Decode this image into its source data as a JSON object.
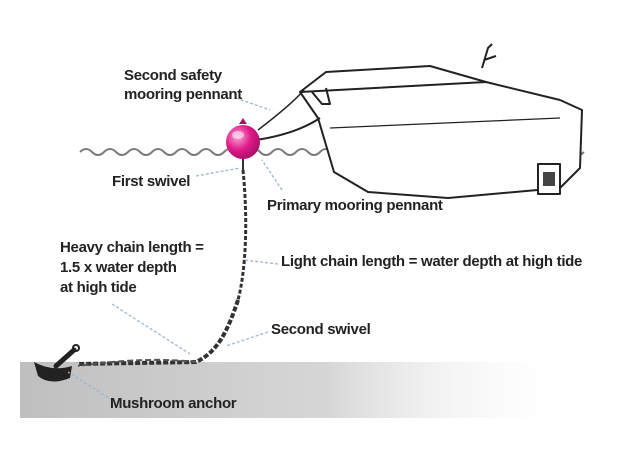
{
  "labels": {
    "second_safety_pennant_line1": "Second safety",
    "second_safety_pennant_line2": "mooring pennant",
    "first_swivel": "First swivel",
    "primary_pennant": "Primary mooring pennant",
    "heavy_chain_line1": "Heavy chain length =",
    "heavy_chain_line2": "1.5 x water depth",
    "heavy_chain_line3": "at high tide",
    "light_chain": "Light chain length = water depth at high tide",
    "second_swivel": "Second swivel",
    "mushroom_anchor": "Mushroom anchor"
  },
  "icons": {
    "buoy": "mooring-buoy-icon",
    "boat": "boat-hull-icon",
    "anchor": "mushroom-anchor-icon"
  },
  "colors": {
    "buoy": "#e0198a",
    "buoy_highlight": "#f7a6d4",
    "water_line": "#7a7a7a",
    "seabed": "#c9c9c9",
    "leader_line": "#9fb6c8",
    "chain": "#333333",
    "ink": "#222222"
  }
}
